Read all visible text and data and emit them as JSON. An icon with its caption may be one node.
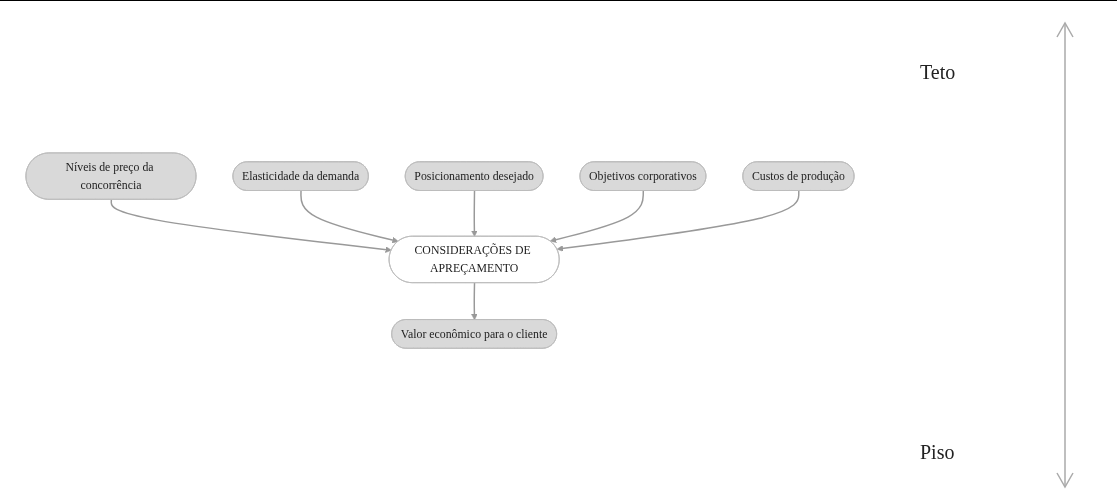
{
  "diagram": {
    "nodes": [
      {
        "text": [
          "Valor econômico para o cliente"
        ]
      },
      {
        "text": [
          "Níveis de preço da concorrência"
        ]
      },
      {
        "text": [
          "Posicionamento desejado"
        ]
      },
      {
        "text": [
          "CONSIDERAÇÕES DE APREÇAMENTO"
        ]
      },
      {
        "text": [
          "Elasticidade da demanda"
        ]
      },
      {
        "text": [
          "Objetivos corporativos"
        ]
      },
      {
        "text": [
          "Custos de produção"
        ]
      }
    ],
    "edges": [
      {
        "from": 3,
        "to": 0,
        "arrow": "to"
      },
      {
        "from": 1,
        "to": 3,
        "arrow": "to"
      },
      {
        "from": 4,
        "to": 3,
        "arrow": "to"
      },
      {
        "from": 2,
        "to": 3,
        "arrow": "to"
      },
      {
        "from": 5,
        "to": 3,
        "arrow": "to"
      },
      {
        "from": 6,
        "to": 3,
        "arrow": "to"
      }
    ],
    "labels": [
      "Teto",
      "Piso"
    ]
  }
}
